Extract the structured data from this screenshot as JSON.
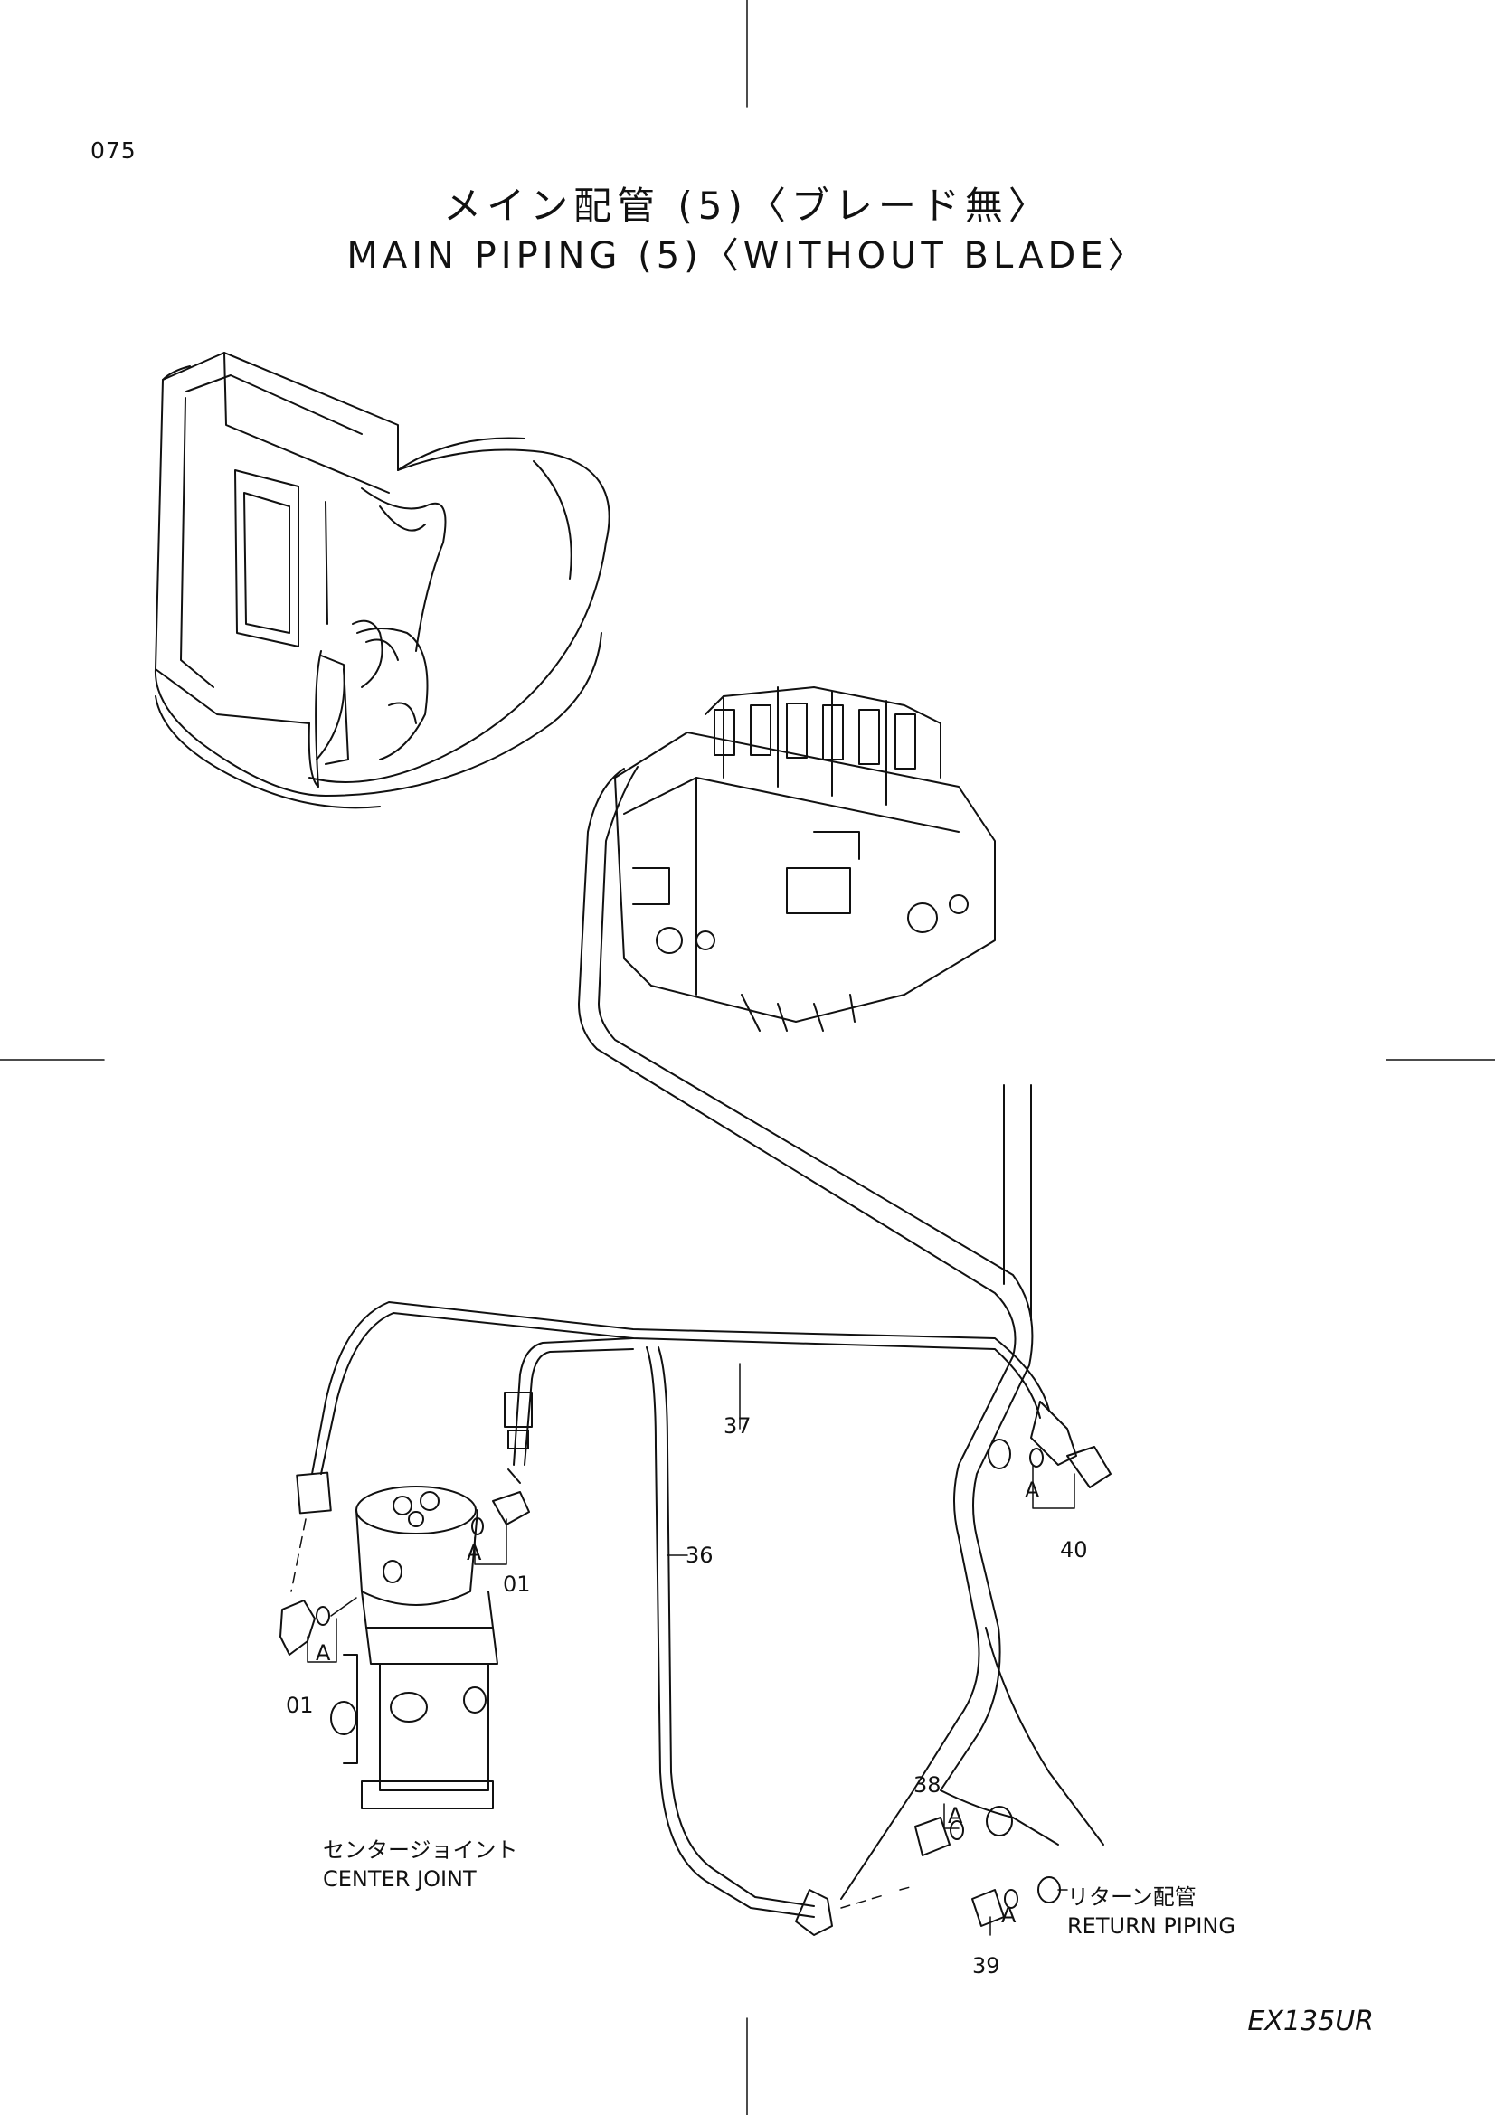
{
  "page": {
    "number": "075",
    "model": "EX135UR"
  },
  "title": {
    "jp": "メイン配管 (5)〈ブレード無〉",
    "en": "MAIN PIPING (5)〈WITHOUT BLADE〉"
  },
  "callouts": {
    "p37": "37",
    "p36": "36",
    "p40": "40",
    "p01_upper": "01",
    "p01_lower": "01",
    "p38": "38",
    "p39": "39",
    "a_upper": "A",
    "a_left": "A",
    "a_right": "A",
    "a_38": "A",
    "a_39": "A"
  },
  "components": {
    "center_joint_jp": "センタージョイント",
    "center_joint_en": "CENTER JOINT",
    "return_piping_jp": "リターン配管",
    "return_piping_en": "RETURN PIPING"
  }
}
